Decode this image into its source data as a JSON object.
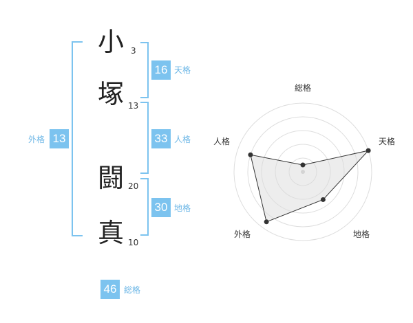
{
  "name": {
    "chars": [
      {
        "char": "小",
        "strokes": "3"
      },
      {
        "char": "塚",
        "strokes": "13"
      },
      {
        "char": "闘",
        "strokes": "20"
      },
      {
        "char": "真",
        "strokes": "10"
      }
    ]
  },
  "fortune": {
    "tenkaku": {
      "value": "16",
      "label": "天格"
    },
    "jinkaku": {
      "value": "33",
      "label": "人格"
    },
    "chikaku": {
      "value": "30",
      "label": "地格"
    },
    "gaikaku": {
      "value": "13",
      "label": "外格"
    },
    "soukaku": {
      "value": "46",
      "label": "総格"
    }
  },
  "colors": {
    "accent": "#7cc3ef",
    "grid": "#dddddd",
    "fill": "#eeeeee",
    "line": "#333333"
  },
  "chart_data": {
    "type": "radar",
    "axes": [
      "総格",
      "天格",
      "地格",
      "外格",
      "人格"
    ],
    "levels": 5,
    "values": [
      0.1,
      1.0,
      0.5,
      0.9,
      0.8
    ]
  }
}
